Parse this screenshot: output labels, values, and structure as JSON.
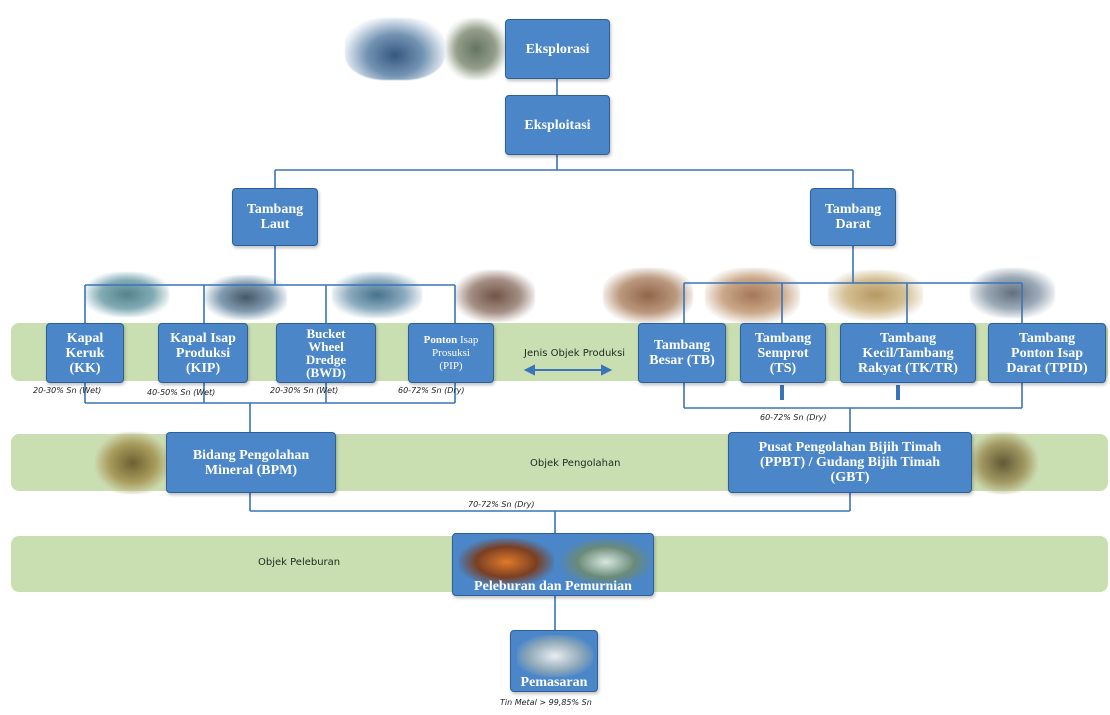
{
  "top": {
    "eksplorasi": "Eksplorasi",
    "eksploitasi": "Eksploitasi"
  },
  "branches": {
    "laut": [
      "Tambang",
      "Laut"
    ],
    "darat": [
      "Tambang",
      "Darat"
    ]
  },
  "laut_units": [
    {
      "lines": [
        "Kapal",
        "Keruk",
        "(KK)"
      ],
      "grade": "20-30% Sn (Wet)"
    },
    {
      "lines": [
        "Kapal Isap",
        "Produksi",
        "(KIP)"
      ],
      "grade": "40-50% Sn (Wet)"
    },
    {
      "lines": [
        "Bucket",
        "Wheel",
        "Dredge",
        "(BWD)"
      ],
      "grade": "20-30% Sn (Wet)"
    },
    {
      "lines": [
        "Ponton",
        "Isap",
        "Prosuksi",
        "(PIP)"
      ],
      "grade": "60-72% Sn (Dry)"
    }
  ],
  "darat_units": [
    {
      "lines": [
        "Tambang",
        "Besar (TB)"
      ]
    },
    {
      "lines": [
        "Tambang",
        "Semprot",
        "(TS)"
      ]
    },
    {
      "lines": [
        "Tambang",
        "Kecil/Tambang",
        "Rakyat (TK/TR)"
      ]
    },
    {
      "lines": [
        "Tambang",
        "Ponton Isap",
        "Darat (TPID)"
      ]
    }
  ],
  "darat_grade": "60-72% Sn (Dry)",
  "bands": {
    "produksi": "Jenis Objek Produksi",
    "pengolahan": "Objek Pengolahan",
    "peleburan": "Objek Peleburan"
  },
  "processing": {
    "bpm": [
      "Bidang Pengolahan",
      "Mineral (BPM)"
    ],
    "ppbt": [
      "Pusat Pengolahan Bijih Timah",
      "(PPBT) / Gudang Bijih Timah",
      "(GBT)"
    ],
    "grade": "70-72% Sn (Dry)"
  },
  "smelting": "Peleburan dan Pemurnian",
  "marketing": "Pemasaran",
  "final_grade": "Tin Metal > 99,85% Sn",
  "colors": {
    "box": "#4a86c8",
    "band": "#c9dfb2",
    "line": "#3a74b8"
  }
}
